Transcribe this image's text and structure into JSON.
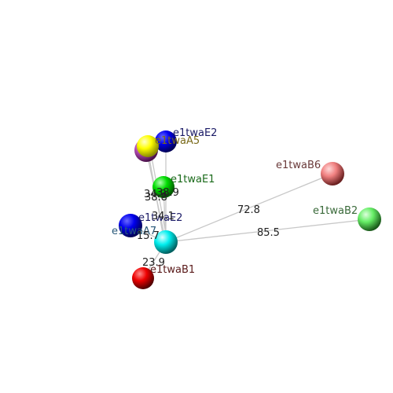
{
  "nodes": [
    {
      "id": "yellow-ball",
      "name": "",
      "color": "#ffff00",
      "color2": "#b04ab0"
    },
    {
      "id": "e1twaE2-top",
      "name": "e1twaE2",
      "color": "#0000ee",
      "labelColor": "#1a1a66"
    },
    {
      "id": "e1twaA5",
      "name": "e1twaA5",
      "color": "#0000ee",
      "labelColor": "#7a6a1a"
    },
    {
      "id": "e1twaE1",
      "name": "e1twaE1",
      "color": "#00dd00",
      "labelColor": "#1a6a1a"
    },
    {
      "id": "e1twaB6",
      "name": "e1twaB6",
      "color": "#f08080",
      "labelColor": "#6a3a3a"
    },
    {
      "id": "e1twaB2",
      "name": "e1twaB2",
      "color": "#66ee66",
      "labelColor": "#3a6a3a"
    },
    {
      "id": "e1twaE2-mid",
      "name": "e1twaE2",
      "color": "#0000ee",
      "labelColor": "#1a1a66"
    },
    {
      "id": "e1twaA7",
      "name": "e1twaA7",
      "color": "#0000ee",
      "labelColor": "#2a5a7a"
    },
    {
      "id": "center",
      "name": "",
      "color": "#00eeee"
    },
    {
      "id": "e1twaB1",
      "name": "e1twaB1",
      "color": "#ee0000",
      "labelColor": "#5a1a1a"
    }
  ],
  "distances": [
    "72.8",
    "85.5",
    "23.9",
    "15.7",
    "34.1",
    "38.9",
    "38.8",
    "34.9"
  ]
}
